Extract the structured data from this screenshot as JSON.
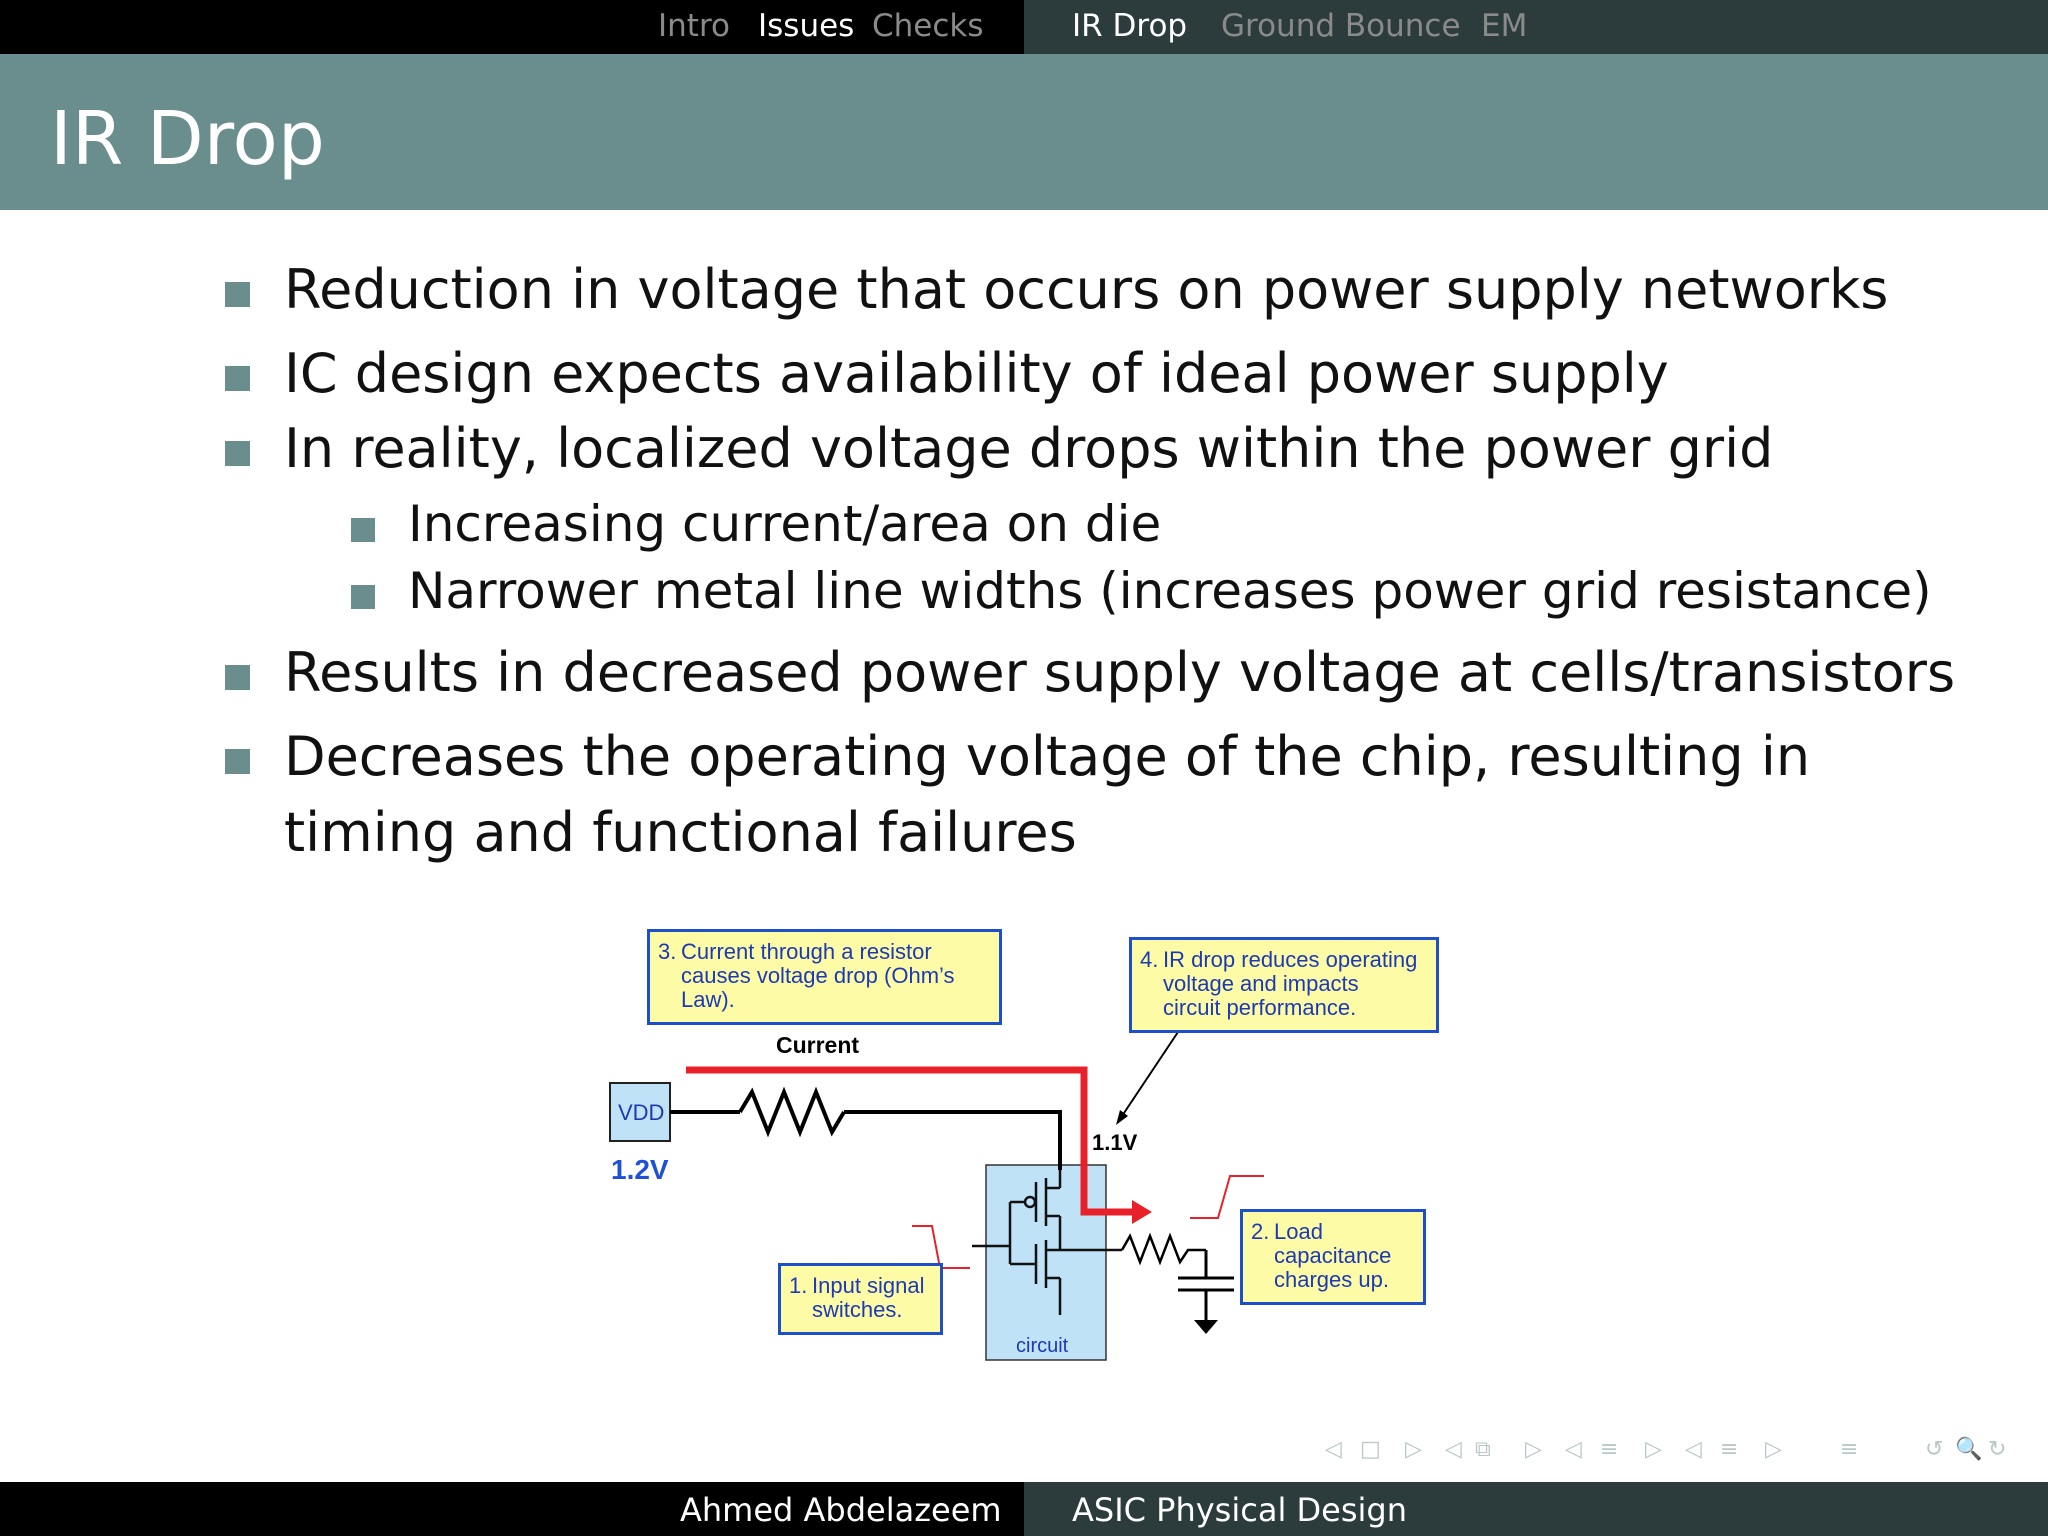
{
  "nav": {
    "sections": [
      "Intro",
      "Issues",
      "Checks"
    ],
    "subsections": [
      "IR Drop",
      "Ground Bounce",
      "EM"
    ]
  },
  "slide_title": "IR Drop",
  "bullets": [
    "Reduction in voltage that occurs on power supply networks",
    "IC design expects availability of ideal power supply",
    "In reality, localized voltage drops within the power grid",
    "Results in decreased power supply voltage at cells/transistors",
    "Decreases the operating voltage of the chip, resulting in",
    "timing and functional failures"
  ],
  "sub_bullets": [
    "Increasing current/area on die",
    "Narrower metal line widths (increases power grid resistance)"
  ],
  "diagram": {
    "note3": {
      "num": "3.",
      "text": "Current through a resistor\ncauses voltage drop (Ohm’s\nLaw)."
    },
    "note4": {
      "num": "4.",
      "text": "IR drop reduces operating\nvoltage and impacts\ncircuit performance."
    },
    "note2": {
      "num": "2.",
      "text": "Load\ncapacitance\ncharges up."
    },
    "note1": {
      "num": "1.",
      "text": "Input signal\nswitches."
    },
    "current_label": "Current",
    "vdd_label": "VDD",
    "vdd_voltage": "1.2V",
    "drop_voltage": "1.1V",
    "circuit_label": "circuit",
    "colors": {
      "current": "#e8202a",
      "box": "#bfe2f7",
      "note_fill": "#fdfba6",
      "note_border": "#1d4fc9"
    }
  },
  "footer": {
    "author": "Ahmed Abdelazeem",
    "course": "ASIC Physical Design"
  },
  "nav_symbols": [
    "◁",
    "□",
    "▷",
    "◁",
    "⧉",
    "▷",
    "◁",
    "≡",
    "▷",
    "◁",
    "≡",
    "▷",
    "≡",
    "↺",
    "🔍",
    "↻"
  ],
  "theme": {
    "header": "#6a8d8d",
    "bar_dark": "#000000",
    "bar_mid": "#2c3b3b"
  }
}
